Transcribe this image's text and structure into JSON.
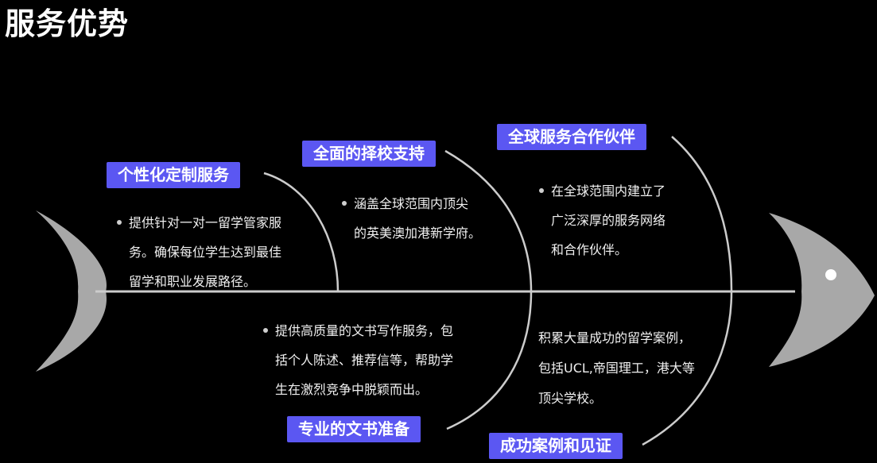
{
  "title": "服务优势",
  "colors": {
    "background": "#000000",
    "label": "#5b57f2",
    "bone": "#cccccc",
    "fish": "#a8a8a8"
  },
  "branches": {
    "personalized": {
      "label": "个性化定制服务",
      "lines": [
        "提供针对一对一留学管家服",
        "务。确保每位学生达到最佳",
        "留学和职业发展路径。"
      ]
    },
    "school_selection": {
      "label": "全面的择校支持",
      "lines": [
        "涵盖全球范围内顶尖",
        "的英美澳加港新学府。"
      ]
    },
    "global_network": {
      "label": "全球服务合作伙伴",
      "lines": [
        "在全球范围内建立了",
        "广泛深厚的服务网络",
        "和合作伙伴。"
      ]
    },
    "writing": {
      "label": "专业的文书准备",
      "lines": [
        "提供高质量的文书写作服务，包",
        "括个人陈述、推荐信等，帮助学",
        "生在激烈竞争中脱颖而出。"
      ]
    },
    "success_cases": {
      "label": "成功案例和见证",
      "lines": [
        "积累大量成功的留学案例，",
        "包括UCL,帝国理工，港大等",
        "顶尖学校。"
      ]
    }
  }
}
